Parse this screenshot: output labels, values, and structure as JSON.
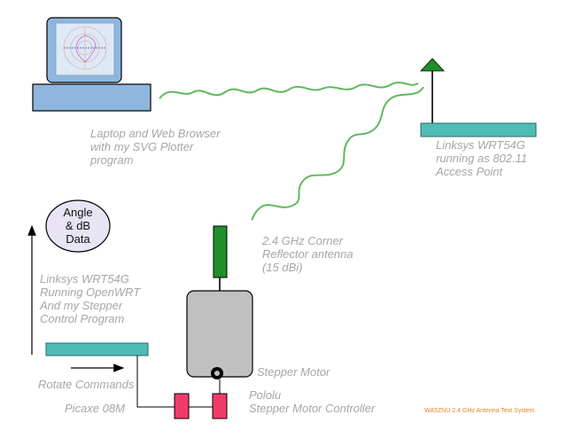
{
  "labels": {
    "laptop": [
      "Laptop and Web Browser",
      "with my SVG Plotter",
      "program"
    ],
    "access_point": [
      "Linksys WRT54G",
      "running as 802.11",
      "Access Point"
    ],
    "antenna": [
      "2.4 GHz Corner",
      "Reflector antenna",
      "(15 dBi)"
    ],
    "openwrt": [
      "Linksys WRT54G",
      "Running OpenWRT",
      "And my Stepper",
      "Control Program"
    ],
    "data_bubble": [
      "Angle",
      "& dB",
      "Data"
    ],
    "rotate": "Rotate Commands",
    "picaxe": "Picaxe 08M",
    "stepper_motor": "Stepper Motor",
    "pololu": [
      "Pololu",
      "Stepper Motor Controller"
    ],
    "footer": "WA5ZNU 2.4 GHz Antenna Test System"
  },
  "colors": {
    "router": "#4fbcb6",
    "wave": "#5fb85f",
    "antenna": "#1f8f2a",
    "controller": "#f23a6a",
    "motor_box": "#c0c0c0",
    "screen_bg": "#dde9f5",
    "laptop_body": "#8fb6de",
    "bubble_fill": "#e8e4f4",
    "label_text": "#a6a6a6",
    "footer_text": "#e8822a"
  },
  "icons": {
    "laptop": "laptop-icon",
    "polar_plot": "polar-plot-icon",
    "antenna_mast": "antenna-mast-icon",
    "corner_reflector": "corner-reflector-antenna-icon",
    "stepper": "stepper-motor-icon",
    "arrow_right": "arrow-right-icon",
    "arrow_up": "arrow-up-icon"
  }
}
